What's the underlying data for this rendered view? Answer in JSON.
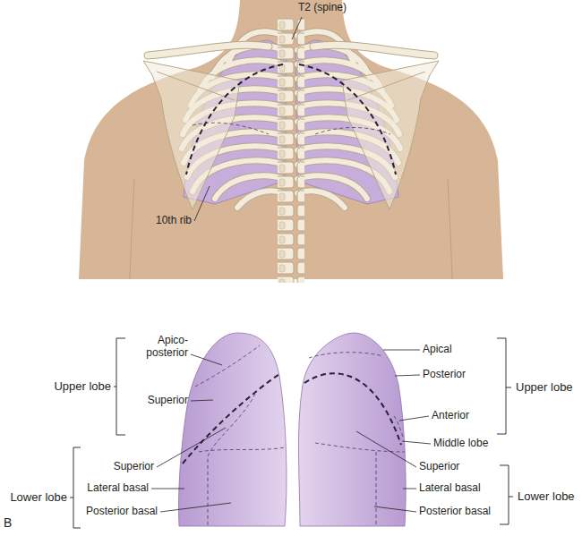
{
  "diagram": {
    "labels": [
      "T2 (spine)",
      "10th rib",
      "Apico-posterior",
      "Upper lobe",
      "Superior",
      "Apical",
      "Posterior",
      "Upper lobe",
      "Anterior",
      "Middle lobe",
      "Superior",
      "Lower lobe",
      "Lateral basal",
      "Superior",
      "Posterior basal",
      "Lower lobe",
      "Lateral basal",
      "Posterior basal",
      "B"
    ]
  }
}
